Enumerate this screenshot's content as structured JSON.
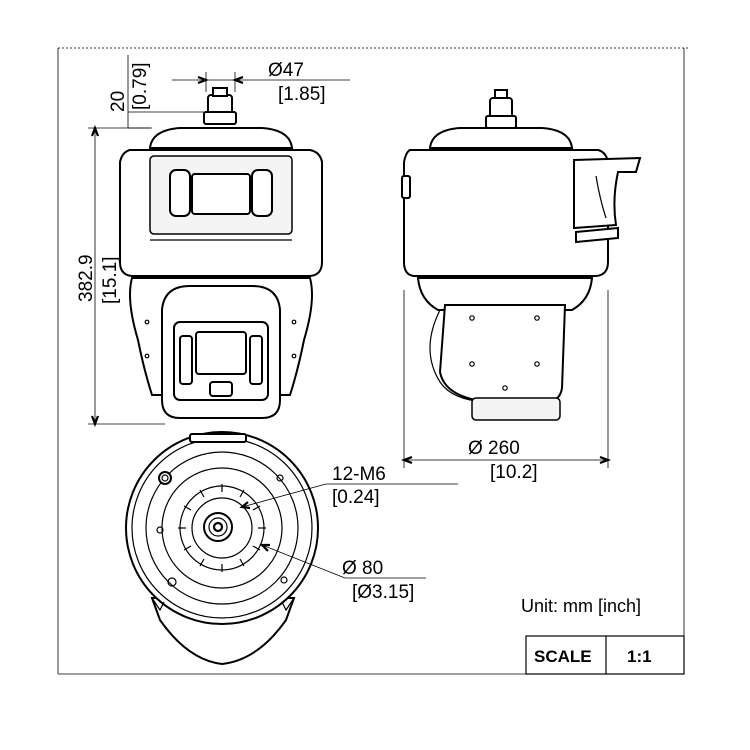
{
  "drawing": {
    "units_note": "Unit: mm [inch]",
    "scale_label": "SCALE",
    "scale_value": "1:1",
    "dimensions": {
      "top_height_mm": "20",
      "top_height_in": "[0.79]",
      "top_diameter_mm": "Ø47",
      "top_diameter_in": "[1.85]",
      "total_height_mm": "382.9",
      "total_height_in": "[15.1]",
      "diameter_mm": "Ø 260",
      "diameter_in": "[10.2]",
      "thread_mm": "12-M6",
      "thread_in": "[0.24]",
      "bolt_circle_mm": "Ø 80",
      "bolt_circle_in": "[Ø3.15]"
    }
  }
}
